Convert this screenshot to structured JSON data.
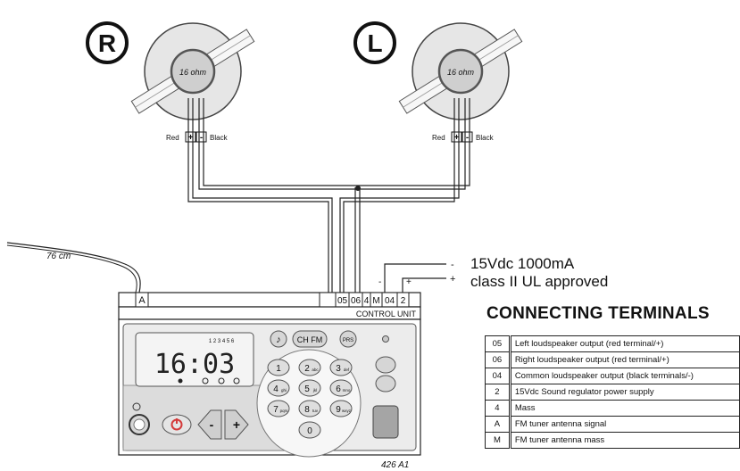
{
  "speakers": {
    "right": {
      "badge": "R",
      "impedance": "16 ohm",
      "red_label": "Red",
      "black_label": "Black",
      "plus": "+",
      "minus": "-"
    },
    "left": {
      "badge": "L",
      "impedance": "16 ohm",
      "red_label": "Red",
      "black_label": "Black",
      "plus": "+",
      "minus": "-"
    }
  },
  "antenna": {
    "length_label": "76 cm"
  },
  "power": {
    "rating": "15Vdc 1000mA",
    "approval": "class II UL approved",
    "minus": "-",
    "plus": "+"
  },
  "terminal_strip": {
    "antenna_terminal": "A",
    "terminals": [
      "05",
      "06",
      "4",
      "M",
      "04",
      "2"
    ],
    "minus": "-",
    "plus": "+"
  },
  "control_unit": {
    "label": "CONTROL UNIT",
    "model": "426 A1",
    "display": {
      "time": "16:03",
      "channels": "1 2 3 4 5 6"
    },
    "top_buttons": {
      "ch_fm": "CH FM",
      "prs": "PRS"
    },
    "keypad": [
      {
        "key": "1",
        "sub": ""
      },
      {
        "key": "2",
        "sub": "abc"
      },
      {
        "key": "3",
        "sub": "def"
      },
      {
        "key": "4",
        "sub": "ghi"
      },
      {
        "key": "5",
        "sub": "jkl"
      },
      {
        "key": "6",
        "sub": "mno"
      },
      {
        "key": "7",
        "sub": "pqrs"
      },
      {
        "key": "8",
        "sub": "tuv"
      },
      {
        "key": "9",
        "sub": "wxyz"
      },
      {
        "key": "0",
        "sub": ""
      }
    ],
    "minus": "-",
    "plus": "+"
  },
  "connecting_terminals": {
    "title": "CONNECTING TERMINALS",
    "rows": [
      {
        "code": "05",
        "desc": "Left loudspeaker output (red terminal/+)"
      },
      {
        "code": "06",
        "desc": "Right loudspeaker output (red terminal/+)"
      },
      {
        "code": "04",
        "desc": "Common loudspeaker output (black terminals/-)"
      },
      {
        "code": "2",
        "desc": "15Vdc Sound regulator power supply"
      },
      {
        "code": "4",
        "desc": "Mass"
      },
      {
        "code": "A",
        "desc": "FM tuner antenna signal"
      },
      {
        "code": "M",
        "desc": "FM tuner antenna mass"
      }
    ]
  },
  "colors": {
    "line": "#222222",
    "panel": "#e9e9e9",
    "power_button": "#d43a3a",
    "speaker": "#cfcfcf"
  }
}
